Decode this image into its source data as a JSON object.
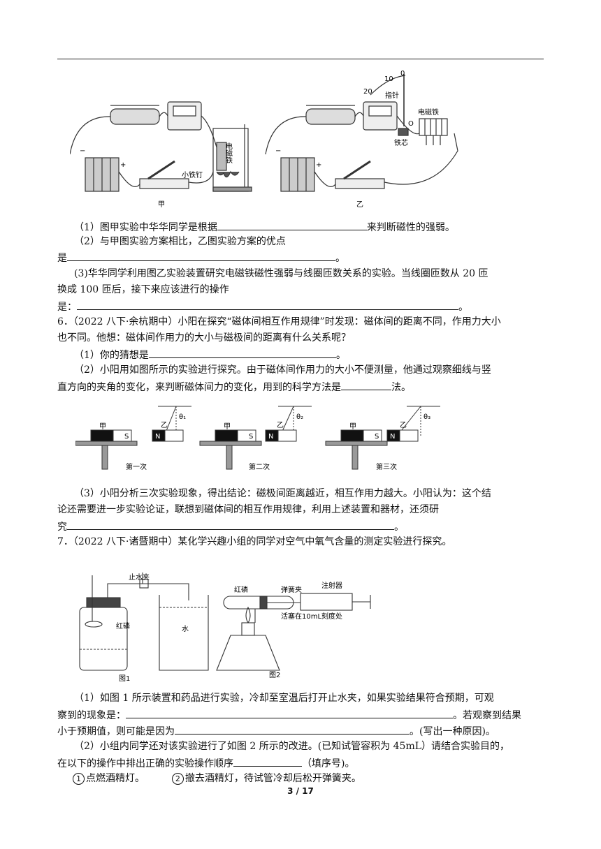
{
  "fig_jia": {
    "label_cidianti": "电磁铁",
    "label_tieding": "小铁钉",
    "caption": "甲"
  },
  "fig_yi": {
    "label_10": "10",
    "label_0": "0",
    "label_20": "20",
    "label_zhizhen": "指针",
    "label_o": "O",
    "label_dianciti": "电磁铁",
    "label_tiexin": "铁芯",
    "caption": "乙"
  },
  "q5": {
    "p1_pre": "（1）图甲实验中华华同学是根据",
    "p1_post": "来判断磁性的强弱。",
    "p2_line1": "（2）与甲图实验方案相比，乙图实验方案的优点",
    "p2_pre": "是",
    "p2_post": "。",
    "p3_line1": "(3)华华同学利用图乙实验装置研究电磁铁磁性强弱与线圈匝数关系的实验。当线圈匝数从 20 匝",
    "p3_line2": "换成 100 匝后，接下来应该进行的操作",
    "p3_pre": "是：",
    "p3_post": "。"
  },
  "q6": {
    "line1": "6．（2022 八下·余杭期中）小阳在探究“磁体间相互作用规律”时发现：磁体间的距离不同，作用力大小",
    "line2": "也不同。他想：磁体间作用力的大小与磁极间的距离有什么关系呢？",
    "p1_pre": "（1）你的猜想是",
    "p1_post": "。",
    "p2_line1": "（2）小阳用如图所示的实验进行探究。由于磁体间作用力的大小不便测量，他通过观察细线与竖",
    "p2_pre": "直方向的夹角的变化，来判断磁体间力的变化，用到的科学方法是",
    "p2_post": "法。",
    "fig": {
      "jia": "甲",
      "yi": "乙",
      "s": "S",
      "n": "N",
      "theta1": "θ₁",
      "theta2": "θ₂",
      "theta3": "θ₃",
      "cap1": "第一次",
      "cap2": "第二次",
      "cap3": "第三次"
    },
    "p3_line1": "（3）小阳分析三次实验现象，得出结论：磁极间距离越近，相互作用力越大。小阳认为：这个结",
    "p3_line2": "论还需要进一步实验论证，联想到磁体间的相互作用规律，利用上述装置和器材，还须研",
    "p3_pre": "究",
    "p3_post": "。"
  },
  "q7": {
    "line1": "7．（2022 八下·诸暨期中）某化学兴趣小组的同学对空气中氧气含量的测定实验进行探究。",
    "fig1": {
      "zhishuijia": "止水夹",
      "honglin": "红磷",
      "shui": "水",
      "caption": "图1"
    },
    "fig2": {
      "honglin": "红磷",
      "tanhuangjia": "弹簧夹",
      "zhusheqi": "注射器",
      "huosai": "活塞在10mL刻度处",
      "caption": "图2"
    },
    "p1_line1_pre": "（1）如图 1 所示装置和药品进行实验，冷却至室温后打开止水夹，如果实验结果符合预期，可观",
    "p1_line2_pre": "察到的现象是：",
    "p1_line2_post": "。若观察到结果",
    "p1_line3_pre": "小于预期值，则可能是因为",
    "p1_line3_post": "。(写出一种原因)。",
    "p2_line1": "（2）小组内同学还对该实验进行了如图 2 所示的改进。(已知试管容积为 45mL）请结合实验目的，",
    "p2_line2_pre": "在以下的操作中排出正确的实验操作顺序",
    "p2_line2_post": "（填序号)。",
    "opt1_num": "1",
    "opt1_text": "点燃酒精灯。",
    "opt2_num": "2",
    "opt2_text": "撤去酒精灯，待试管冷却后松开弹簧夹。"
  },
  "footer": {
    "page": "3 / 17"
  }
}
